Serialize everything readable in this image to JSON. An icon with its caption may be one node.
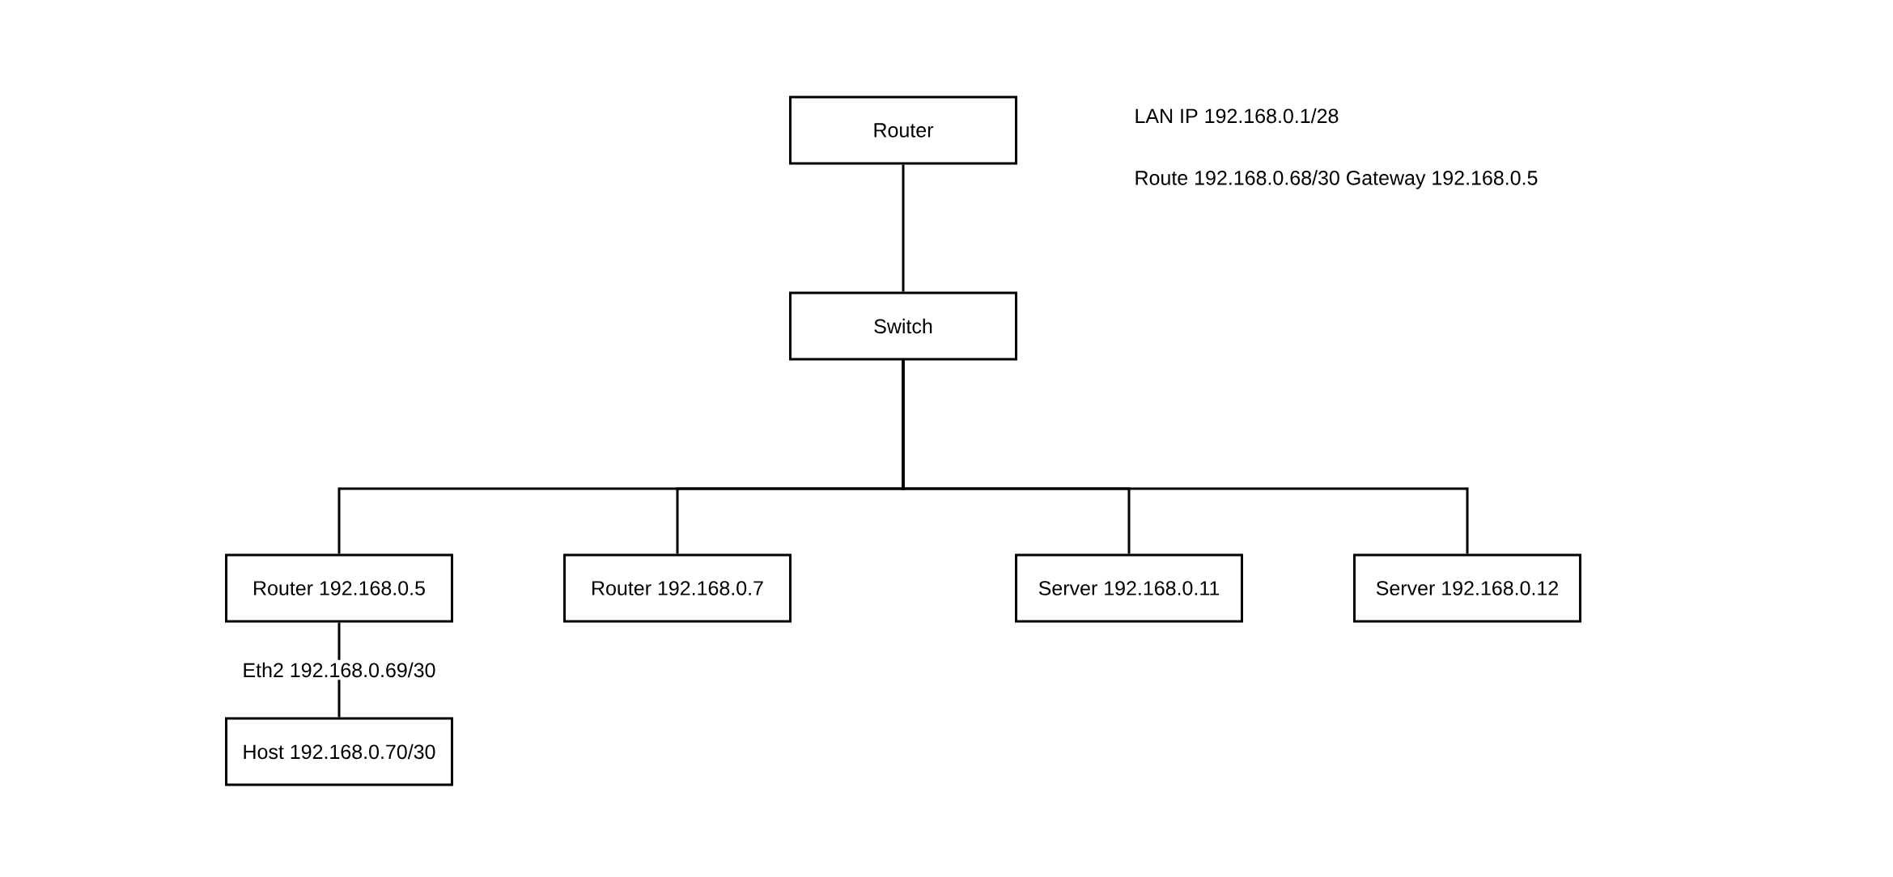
{
  "diagram": {
    "nodes": [
      {
        "text": [
          "Router"
        ]
      },
      {
        "text": [
          "Switch"
        ]
      },
      {
        "text": [
          "Router 192.168.0.5"
        ]
      },
      {
        "text": [
          "Router 192.168.0.7"
        ]
      },
      {
        "text": [
          "Server 192.168.0.11"
        ]
      },
      {
        "text": [
          "Server 192.168.0.12"
        ]
      },
      {
        "text": [
          "Host 192.168.0.70/30"
        ]
      }
    ],
    "edges": [
      {
        "from": 0,
        "to": 1,
        "arrow": "none"
      },
      {
        "from": 1,
        "to": 2,
        "arrow": "none"
      },
      {
        "from": 1,
        "to": 3,
        "arrow": "none"
      },
      {
        "from": 1,
        "to": 4,
        "arrow": "none"
      },
      {
        "from": 1,
        "to": 5,
        "arrow": "none"
      },
      {
        "from": 2,
        "to": 6,
        "arrow": "none",
        "label": "Eth2 192.168.0.69/30"
      }
    ],
    "labels": [
      "LAN IP 192.168.0.1/28",
      "Route 192.168.0.68/30 Gateway 192.168.0.5"
    ]
  }
}
